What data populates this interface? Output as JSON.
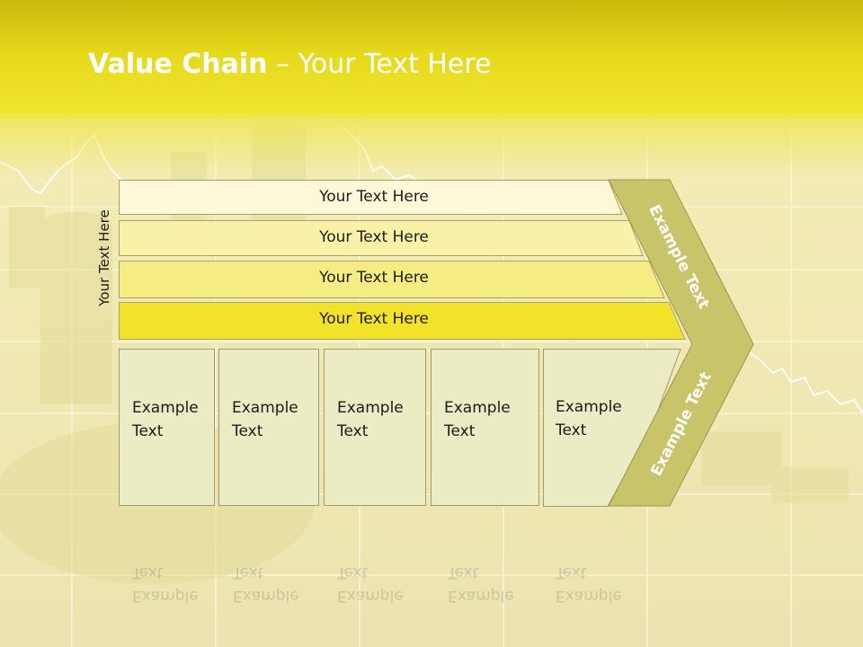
{
  "title": {
    "bold": "Value Chain",
    "rest": " – Your Text Here"
  },
  "side_label": "Your Text Here",
  "rows": [
    {
      "label": "Your Text Here",
      "color": "#fdf8d8"
    },
    {
      "label": "Your Text Here",
      "color": "#f9f1a8"
    },
    {
      "label": "Your Text Here",
      "color": "#f5ec82"
    },
    {
      "label": "Your Text Here",
      "color": "#f2e22a"
    }
  ],
  "boxes": [
    {
      "label": "Example\nText"
    },
    {
      "label": "Example\nText"
    },
    {
      "label": "Example\nText"
    },
    {
      "label": "Example\nText"
    },
    {
      "label": "Example\nText"
    }
  ],
  "chevron": {
    "upper": "Example Text",
    "lower": "Example Text",
    "color": "#c8c46a"
  },
  "colors": {
    "header": "#e6d91c",
    "box_fill": "#ececc4",
    "title_text": "#ffffff"
  }
}
